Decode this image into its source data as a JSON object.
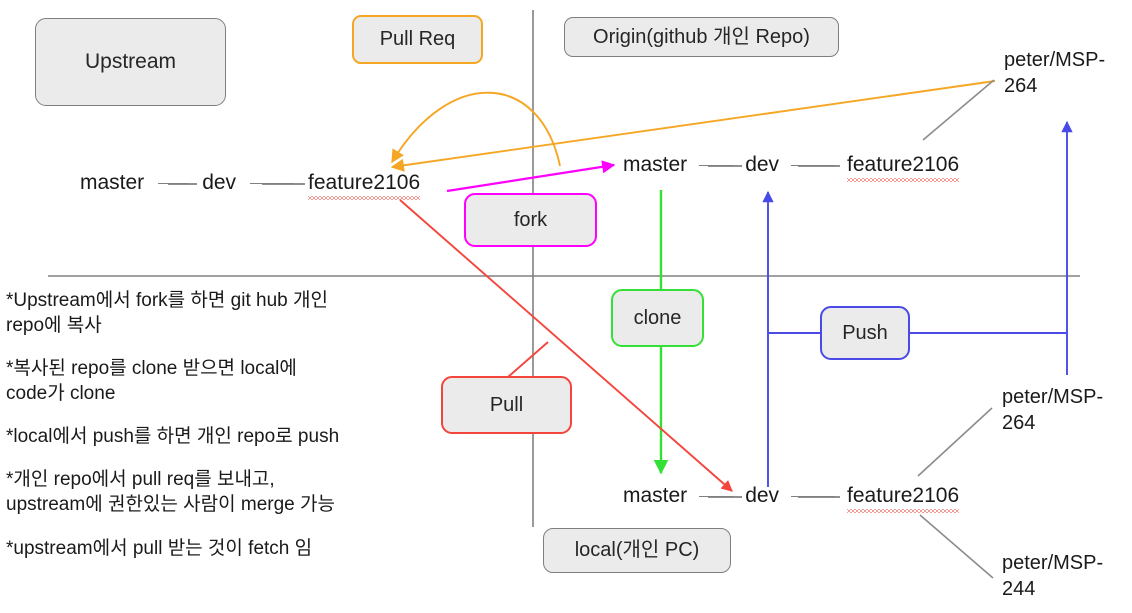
{
  "diagram": {
    "title_nodes": {
      "upstream": "Upstream",
      "pull_req": "Pull Req",
      "origin": "Origin(github 개인 Repo)",
      "local": "local(개인 PC)"
    },
    "action_nodes": {
      "fork": "fork",
      "clone": "clone",
      "pull": "Pull",
      "push": "Push"
    },
    "branches": {
      "master": "master",
      "dev": "dev",
      "feature": "feature2106"
    },
    "repo_labels": {
      "top_right": "peter/MSP-264",
      "mid_right": "peter/MSP-264",
      "bottom_right": "peter/MSP-244"
    },
    "notes": [
      "*Upstream에서 fork를 하면 git hub 개인\nrepo에 복사",
      "*복사된 repo를 clone 받으면 local에\ncode가 clone",
      "*local에서 push를 하면 개인 repo로 push",
      "*개인 repo에서 pull req를 보내고,\nupstream에 권한있는 사람이 merge 가능",
      "*upstream에서 pull 받는 것이 fetch 임"
    ],
    "colors": {
      "node_fill": "#ebebeb",
      "node_border": "#7f7f7f",
      "orange": "#f5a623",
      "magenta": "#ff00ff",
      "green": "#35e035",
      "red": "#f4453c",
      "blue": "#4a4ae8",
      "axis_gray": "#808080",
      "spell_underline": "#e8342a"
    }
  }
}
